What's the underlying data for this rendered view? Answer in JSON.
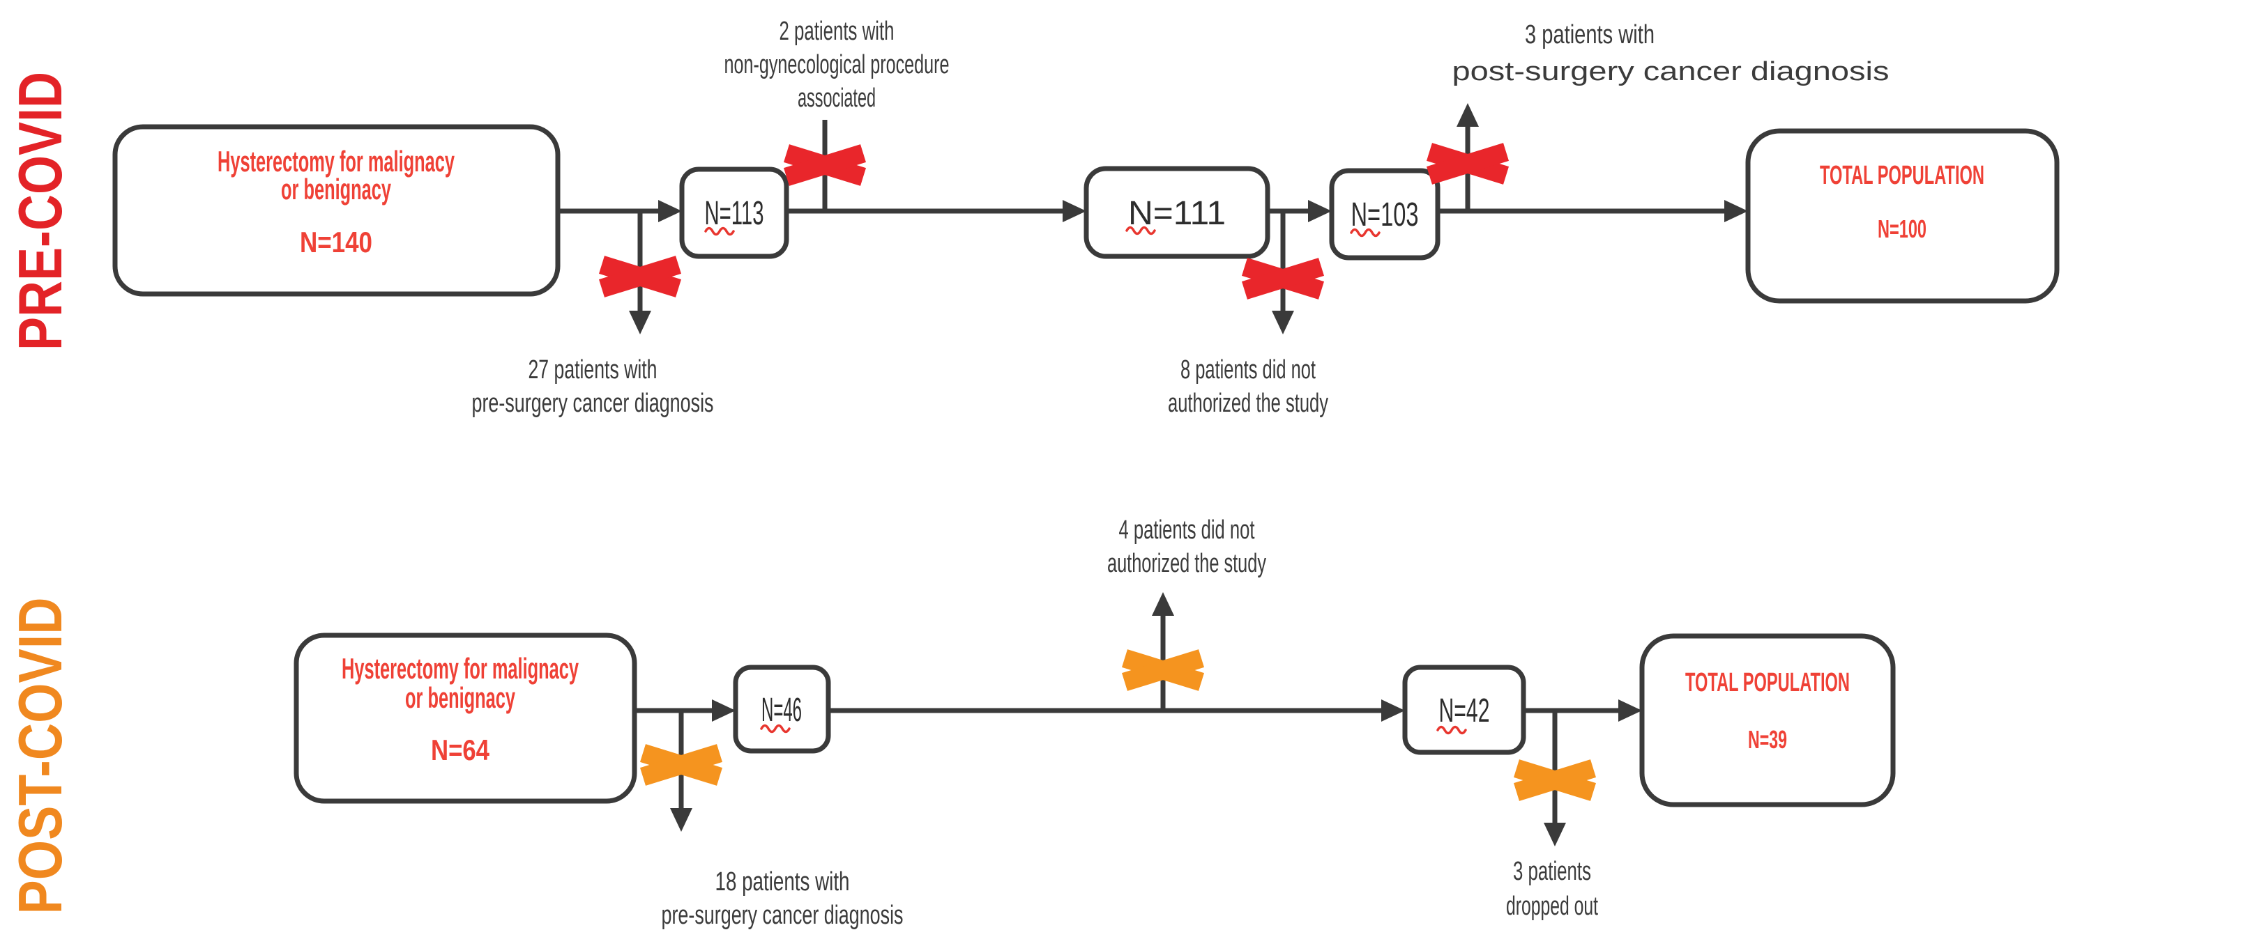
{
  "figure": {
    "colors": {
      "pre_accent": "#e32327",
      "pre_x": "#e9262b",
      "post_accent": "#f0881f",
      "post_x": "#f5941f",
      "box_text_red": "#ef4136",
      "squiggle": "#e8362f",
      "line": "#3a3a3a"
    },
    "pre": {
      "row_label": "PRE-COVID",
      "start_box": {
        "line1": "Hysterectomy for malignacy",
        "line2": "or benignacy",
        "n": "N=140"
      },
      "n_boxes": {
        "first": "N=113",
        "second": "N=111",
        "third": "N=103"
      },
      "total_box": {
        "title": "TOTAL POPULATION",
        "n": "N=100"
      },
      "exclusions": {
        "pre_surgery": {
          "line1": "27 patients with",
          "line2": "pre-surgery cancer diagnosis"
        },
        "non_gynecological": {
          "line1": "2 patients with",
          "line2": "non-gynecological procedure",
          "line3": "associated"
        },
        "not_authorized": {
          "line1": "8 patients did not",
          "line2": "authorized the study"
        },
        "post_surgery": {
          "line1": "3 patients with",
          "line2": "post-surgery cancer diagnosis"
        }
      }
    },
    "post": {
      "row_label": "POST-COVID",
      "start_box": {
        "line1": "Hysterectomy for malignacy",
        "line2": "or benignacy",
        "n": "N=64"
      },
      "n_boxes": {
        "first": "N=46",
        "second": "N=42"
      },
      "total_box": {
        "title": "TOTAL POPULATION",
        "n": "N=39"
      },
      "exclusions": {
        "pre_surgery": {
          "line1": "18 patients with",
          "line2": "pre-surgery cancer diagnosis"
        },
        "not_authorized": {
          "line1": "4 patients did not",
          "line2": "authorized the study"
        },
        "dropped_out": {
          "line1": "3 patients",
          "line2": "dropped out"
        }
      }
    }
  }
}
